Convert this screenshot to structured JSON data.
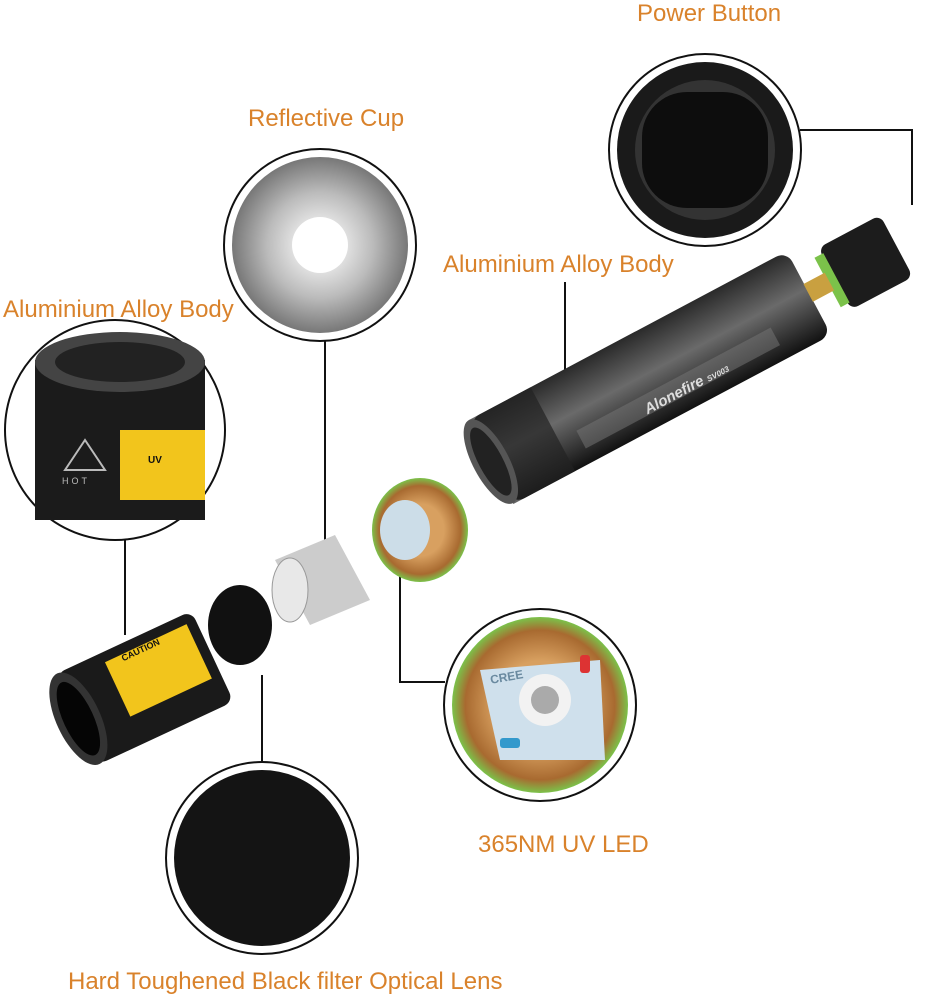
{
  "labels": {
    "power_button": "Power Button",
    "reflective_cup": "Reflective Cup",
    "body_main": "Aluminium Alloy Body",
    "body_cap": "Aluminium Alloy Body",
    "uv_led": "365NM UV LED",
    "lens": "Hard Toughened Black filter Optical Lens"
  },
  "product_marks": {
    "brand": "Alonefire",
    "model": "SV003",
    "cap_warning": "CAUTION",
    "hot": "HOT",
    "uv": "UV",
    "led_brand": "CREE"
  },
  "colors": {
    "label": "#d9822b",
    "line": "#111111"
  }
}
